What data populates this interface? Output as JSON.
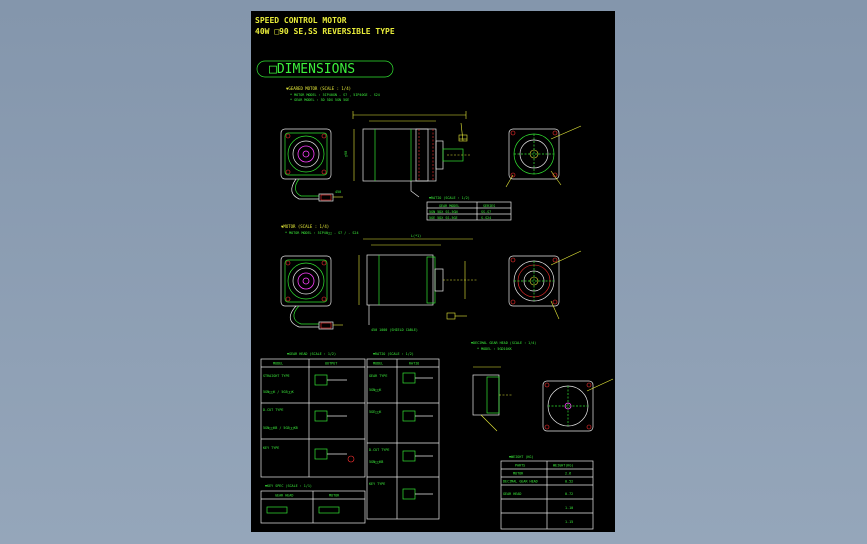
{
  "header": {
    "title_line1": "SPEED CONTROL MOTOR",
    "title_line2": "40W  □90    SE,SS REVERSIBLE TYPE",
    "section_label": "□DIMENSIONS"
  },
  "sections": {
    "geared_motor": "▼GEARED MOTOR (SCALE : 1/4)",
    "geared_motor_model": "* MOTOR MODEL : 5IP40GN  - S7 , 5IP40GE  - S24",
    "geared_gear_model": "* GEAR MODEL  : 5D  5DX  5GN  5GE",
    "motor_only": "▼MOTOR (SCALE : 1/4)",
    "motor_only_model": "* MOTOR MODEL : 5IP40□□  - S7 / - S24",
    "gear_head": "▼GEAR HEAD (SCALE : 1/2)",
    "ratio_table": "▼RATIO (SCALE : 1/2)",
    "decimal_head": "▼DECIMAL GEAR HEAD (SCALE : 1/4)",
    "decimal_head_model": "* MODEL : 5GD10XK",
    "key_spec": "▼KEY SPEC (SCALE : 1/1)",
    "weight_table": "▼WEIGHT (KG)"
  },
  "tables": {
    "gear_model": {
      "headers": [
        "GEAR MODEL",
        "SERIES"
      ],
      "rows": [
        [
          "5GN  5DX  SS-5GN",
          "SS-S7"
        ],
        [
          "5GE  5DX  SS-5GE",
          "S-S24"
        ]
      ]
    },
    "gear_head": {
      "headers": [
        "MODEL",
        "OUTPUT"
      ],
      "rows": [
        "STRAIGHT TYPE",
        "5GN□□K / 5GE□□K",
        "D-CUT TYPE",
        "5GN□□KB / 5GE□□KB",
        "KEY TYPE"
      ]
    },
    "ratio": {
      "headers": [
        "MODEL",
        "RATIO"
      ],
      "rows": [
        "GEAR TYPE",
        "5GN□□K",
        "5GE□□K",
        "D-CUT TYPE",
        "5GN□□KB",
        "KEY TYPE"
      ]
    },
    "key_spec": {
      "headers": [
        "GEAR HEAD",
        "MOTOR"
      ]
    },
    "weight": {
      "headers": [
        "PARTS",
        "WEIGHT(KG)"
      ],
      "rows": [
        [
          "MOTOR",
          "2.6"
        ],
        [
          "DECIMAL GEAR HEAD",
          "0.52"
        ],
        [
          "GEAR HEAD",
          "0.72"
        ],
        [
          "",
          "1.10"
        ],
        [
          "",
          "1.15"
        ]
      ]
    }
  },
  "labels": {
    "lead_len": "450",
    "dim_90": "□90",
    "dim_l": "L(*1)",
    "dim_shaft": "ø15",
    "lead_note": "450 1000 (SHIELD CABLE)"
  },
  "colors": {
    "sheet": "#000000",
    "backdrop": "#8a9bb0",
    "title": "#e8ec3a",
    "line": "#32e632",
    "outline": "#e8e8e8",
    "accent": "#ff40ff",
    "marker": "#ff3030"
  }
}
